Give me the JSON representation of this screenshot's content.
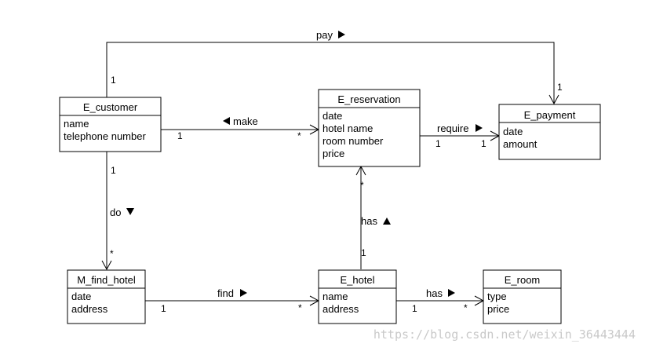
{
  "classes": {
    "customer": {
      "name": "E_customer",
      "attrs": [
        "name",
        "telephone number"
      ]
    },
    "reservation": {
      "name": "E_reservation",
      "attrs": [
        "date",
        "hotel name",
        "room number",
        "price"
      ]
    },
    "payment": {
      "name": "E_payment",
      "attrs": [
        "date",
        "amount"
      ]
    },
    "find_hotel": {
      "name": "M_find_hotel",
      "attrs": [
        "date",
        "address"
      ]
    },
    "hotel": {
      "name": "E_hotel",
      "attrs": [
        "name",
        "address"
      ]
    },
    "room": {
      "name": "E_room",
      "attrs": [
        "type",
        "price"
      ]
    }
  },
  "associations": {
    "pay": {
      "label": "pay",
      "direction": "right",
      "source_mult": "1",
      "target_mult": "1"
    },
    "make": {
      "label": "make",
      "direction": "left",
      "source_mult": "1",
      "target_mult": "*"
    },
    "require": {
      "label": "require",
      "direction": "right",
      "source_mult": "1",
      "target_mult": "1"
    },
    "do": {
      "label": "do",
      "direction": "down",
      "source_mult": "1",
      "target_mult": "*"
    },
    "find": {
      "label": "find",
      "direction": "right",
      "source_mult": "1",
      "target_mult": "*"
    },
    "has_res": {
      "label": "has",
      "direction": "up",
      "source_mult": "1",
      "target_mult": "*"
    },
    "has_room": {
      "label": "has",
      "direction": "right",
      "source_mult": "1",
      "target_mult": "*"
    }
  },
  "watermark": "https://blog.csdn.net/weixin_36443444",
  "colors": {
    "line": "#000000",
    "background": "#ffffff",
    "watermark": "#c9c9c9"
  }
}
